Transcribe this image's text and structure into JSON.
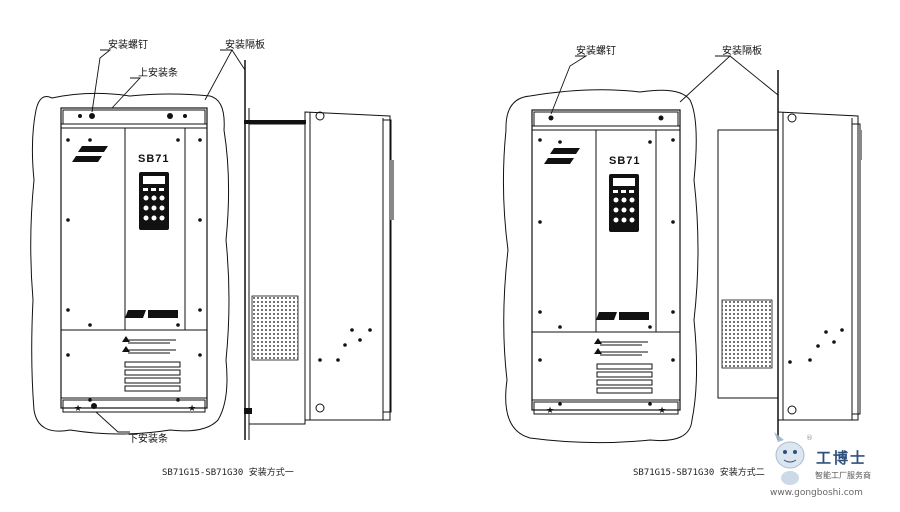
{
  "left_figure": {
    "labels": {
      "screw": "安装螺钉",
      "partition": "安装隔板",
      "upper_strip": "上安装条",
      "lower_strip": "下安装条"
    },
    "front_logo": "SB71",
    "caption": "SB71G15-SB71G30 安装方式一"
  },
  "right_figure": {
    "labels": {
      "screw": "安装螺钉",
      "partition": "安装隔板"
    },
    "front_logo": "SB71",
    "caption": "SB71G15-SB71G30 安装方式二"
  },
  "watermark": {
    "name": "工博士",
    "tagline": "智能工厂服务商",
    "url": "www.gongboshi.com",
    "registered": "®"
  },
  "colors": {
    "line": "#111111",
    "watermark": "#1a3e6e"
  }
}
